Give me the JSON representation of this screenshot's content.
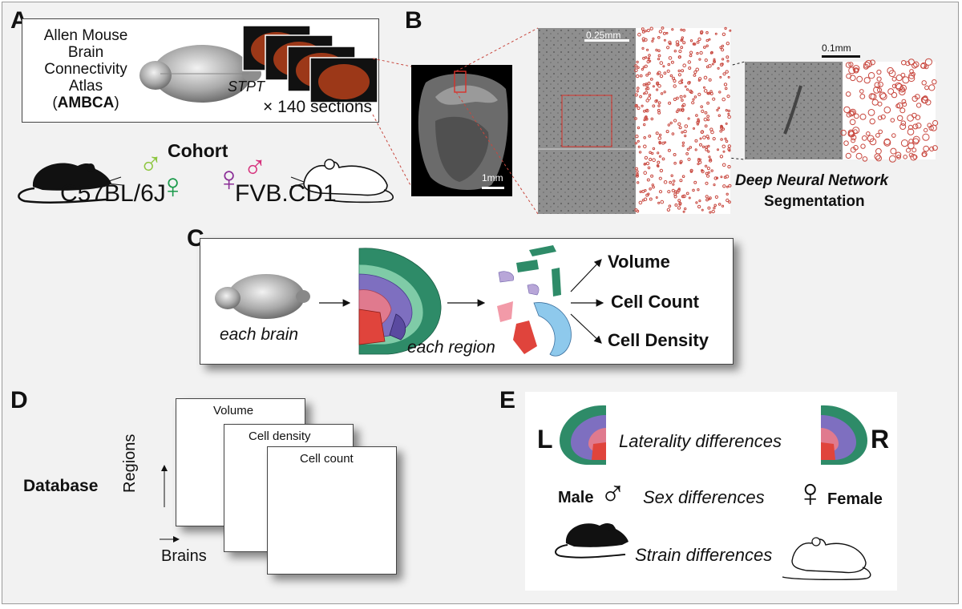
{
  "panels": {
    "a": "A",
    "b": "B",
    "c": "C",
    "d": "D",
    "e": "E"
  },
  "panel_a": {
    "atlas_line1": "Allen Mouse",
    "atlas_line2": "Brain",
    "atlas_line3": "Connectivity",
    "atlas_line4": "Atlas",
    "atlas_abbr_open": "(",
    "atlas_abbr": "AMBCA",
    "atlas_abbr_close": ")",
    "stpt": "STPT",
    "sections": "× 140 sections",
    "cohort": "Cohort",
    "strain1": "C57BL/6J",
    "strain2": "FVB.CD1",
    "male_symbol": "♂",
    "female_symbol": "♀"
  },
  "panel_b": {
    "scale_1mm": "1mm",
    "scale_025mm": "0.25mm",
    "scale_01mm": "0.1mm",
    "dnn_line1": "Deep Neural Network",
    "dnn_line2": "Segmentation"
  },
  "panel_c": {
    "each_brain": "each brain",
    "each_region": "each region",
    "outputs": [
      "Volume",
      "Cell Count",
      "Cell Density"
    ]
  },
  "panel_d": {
    "database": "Database",
    "regions": "Regions",
    "brains": "Brains",
    "sheets": [
      "Volume",
      "Cell density",
      "Cell count"
    ]
  },
  "panel_e": {
    "left_letter": "L",
    "right_letter": "R",
    "laterality": "Laterality differences",
    "male": "Male",
    "female": "Female",
    "male_symbol": "♂",
    "female_symbol": "♀",
    "sex": "Sex differences",
    "strain": "Strain differences"
  },
  "colors": {
    "male_green": "#8dc63f",
    "female_green": "#1b9a4b",
    "female_purple": "#8b2f97",
    "male_pink": "#d6317c",
    "stpt_orange": "#b5401a",
    "cell_red": "#c8483f",
    "atlas_green": "#2e8b68",
    "atlas_purple": "#7e6fc0",
    "atlas_pink": "#e07a8e",
    "atlas_red": "#e0443c",
    "atlas_blue": "#8ec9ec"
  }
}
